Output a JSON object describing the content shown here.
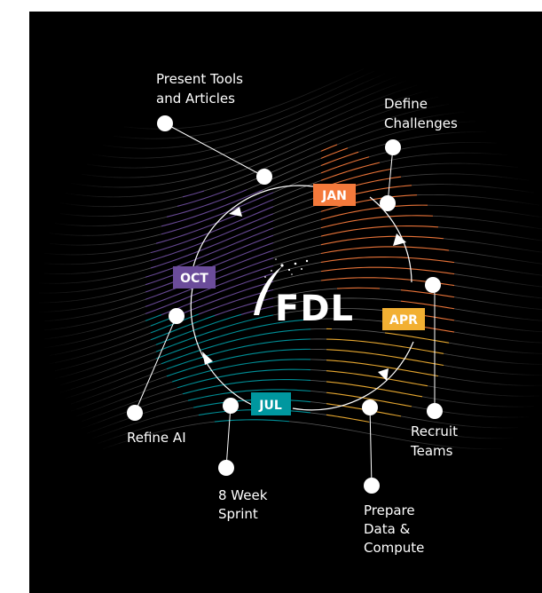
{
  "logo": {
    "text": "FDL"
  },
  "months": [
    {
      "label": "JAN",
      "color": "#f4793b"
    },
    {
      "label": "APR",
      "color": "#f2b033"
    },
    {
      "label": "JUL",
      "color": "#00979f"
    },
    {
      "label": "OCT",
      "color": "#6b4c9a"
    }
  ],
  "steps": [
    {
      "lines": [
        "Present Tools",
        "and Articles"
      ]
    },
    {
      "lines": [
        "Define",
        "Challenges"
      ]
    },
    {
      "lines": [
        "Recruit",
        "Teams"
      ]
    },
    {
      "lines": [
        "Prepare",
        "Data &",
        "Compute"
      ]
    },
    {
      "lines": [
        "8 Week",
        "Sprint"
      ]
    },
    {
      "lines": [
        "Refine AI"
      ]
    }
  ]
}
